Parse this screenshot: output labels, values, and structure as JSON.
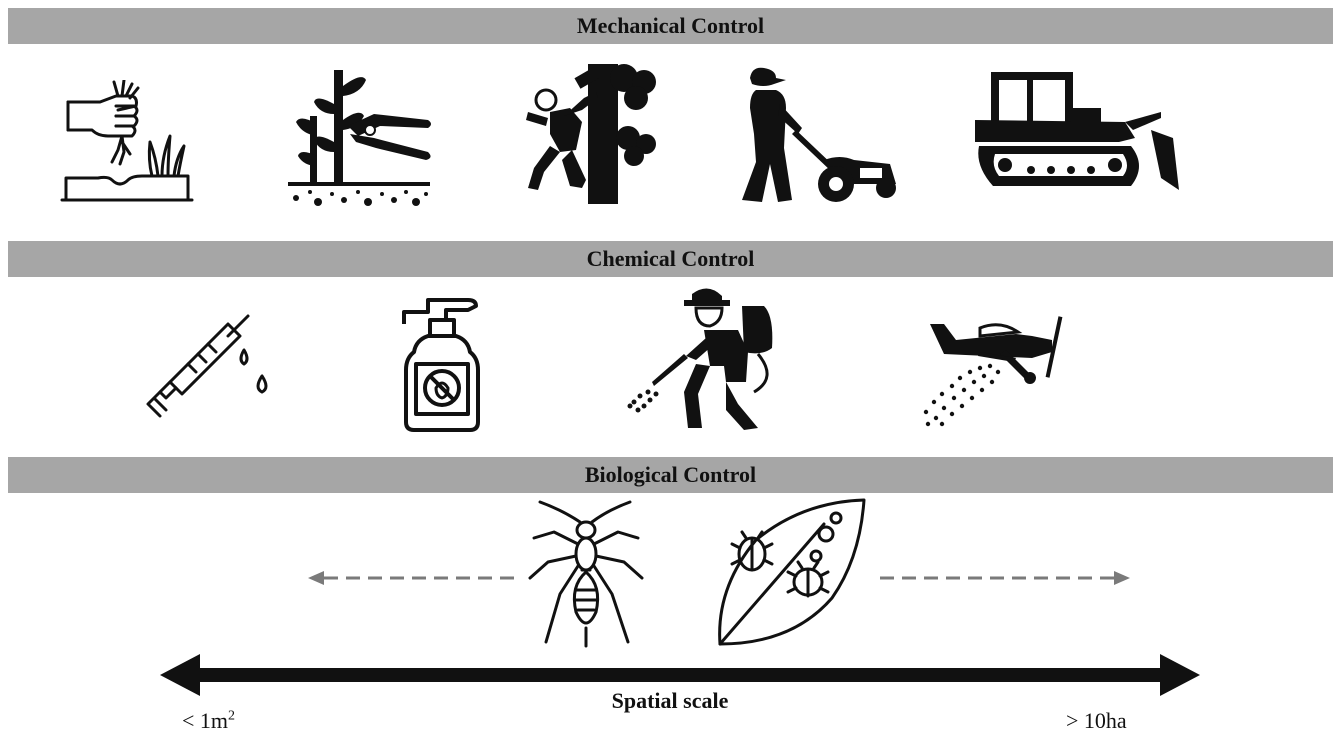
{
  "sections": {
    "mechanical": {
      "title": "Mechanical Control",
      "icons": [
        "hand-weeding-icon",
        "pruning-shears-icon",
        "tree-climber-chainsaw-icon",
        "lawn-mower-icon",
        "bulldozer-icon"
      ]
    },
    "chemical": {
      "title": "Chemical Control",
      "icons": [
        "syringe-injection-icon",
        "spray-bottle-icon",
        "backpack-sprayer-icon",
        "crop-duster-plane-icon"
      ]
    },
    "biological": {
      "title": "Biological Control",
      "icons": [
        "parasitoid-wasp-icon",
        "leaf-beetles-icon"
      ]
    }
  },
  "scale": {
    "label": "Spatial scale",
    "min_prefix": "< 1m",
    "min_sup": "2",
    "max": "> 10ha"
  }
}
